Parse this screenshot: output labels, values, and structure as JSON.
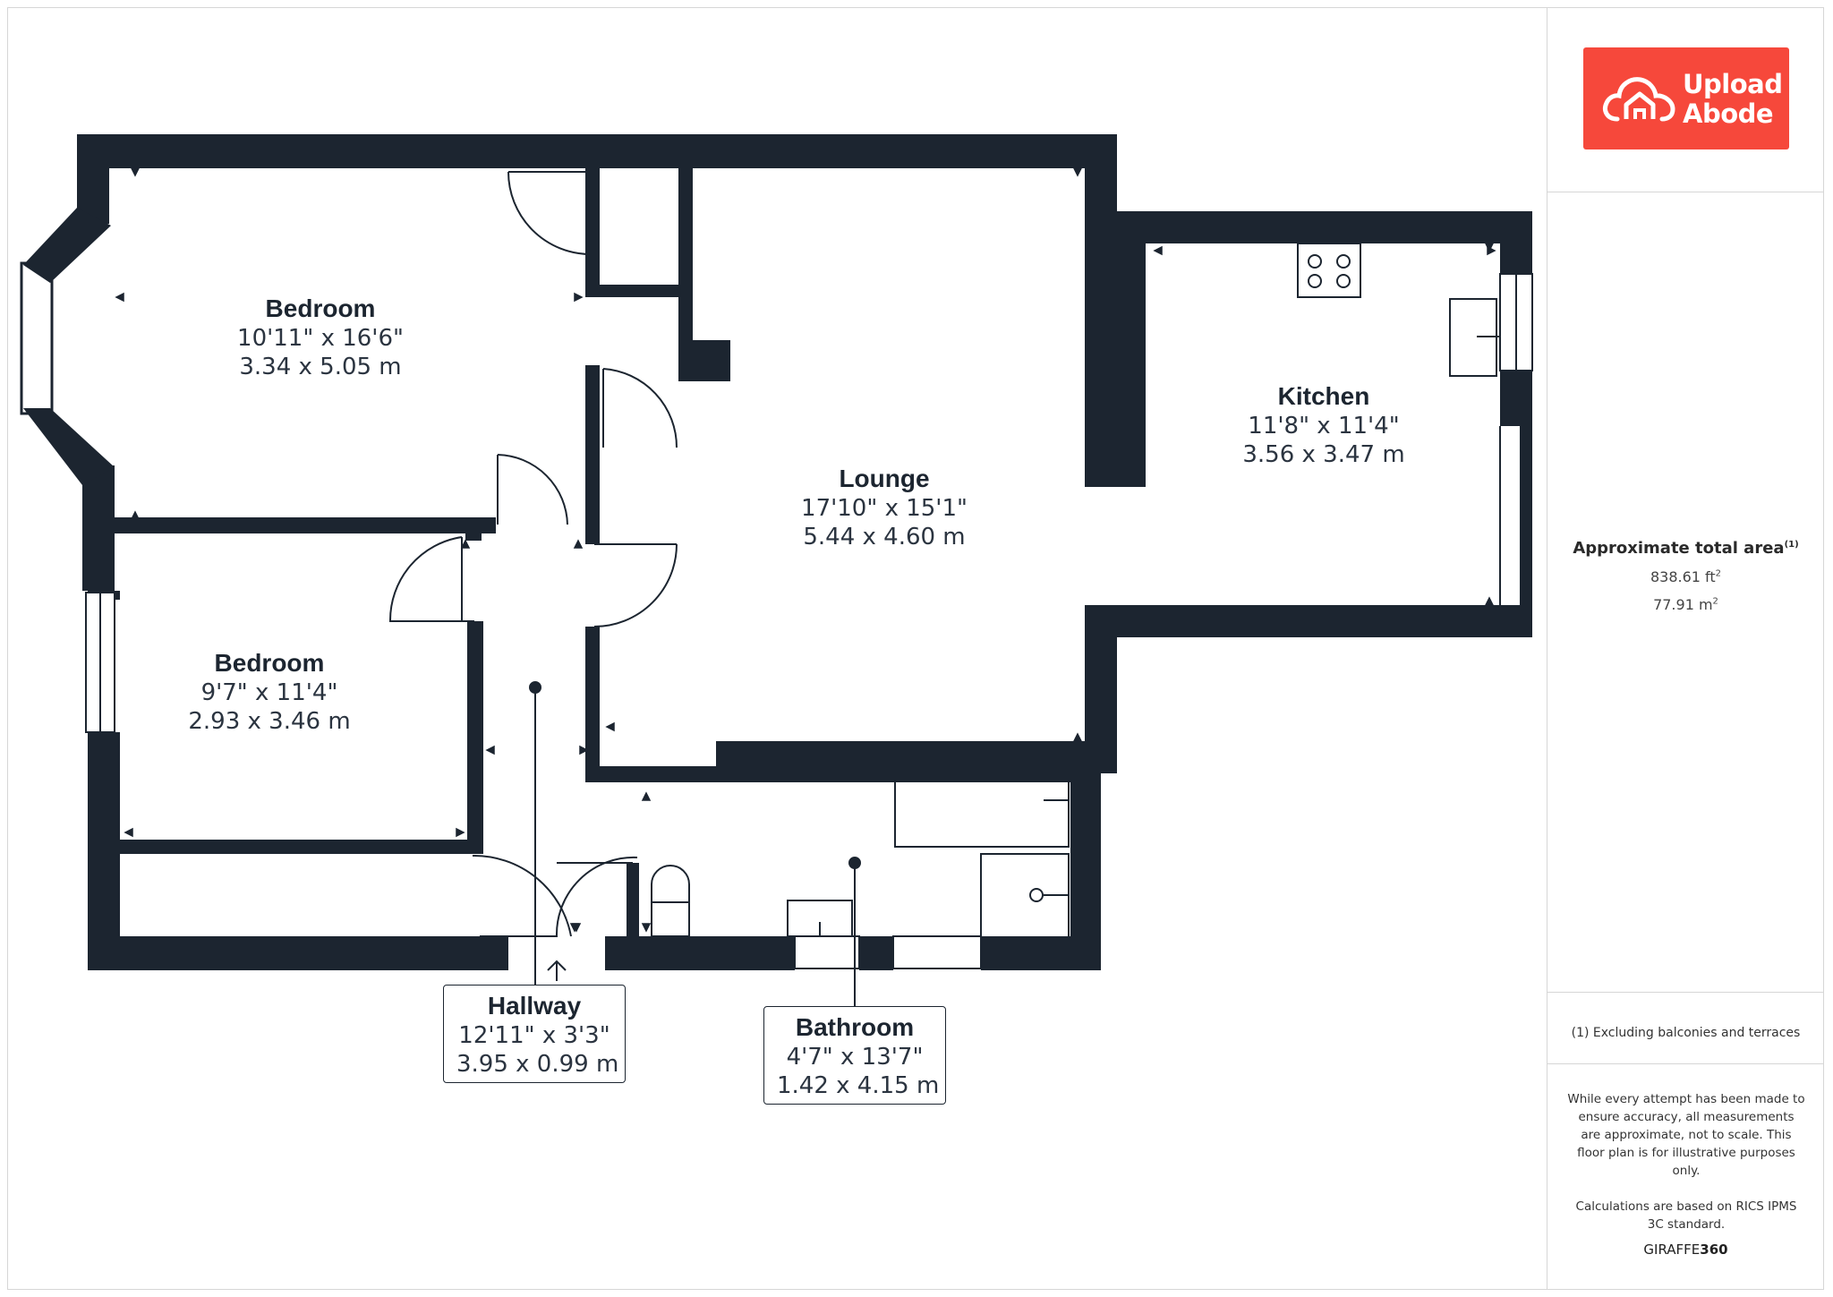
{
  "brand": {
    "logo_line1": "Upload",
    "logo_line2": "Abode",
    "footer_left": "GIRAFFE",
    "footer_right": "360"
  },
  "area": {
    "title": "Approximate total area",
    "title_note": "(1)",
    "sqft": "838.61 ft",
    "sqm": "77.91 m",
    "unit_exp": "2"
  },
  "notes": {
    "footnote": "(1) Excluding balconies and terraces",
    "disclaimer": "While every attempt has been made to ensure accuracy, all measurements are approximate, not to scale. This floor plan is for illustrative purposes only.",
    "calculations": "Calculations are based on RICS IPMS 3C standard."
  },
  "rooms": {
    "bedroom1": {
      "name": "Bedroom",
      "imperial": "10'11\" x 16'6\"",
      "metric": "3.34 x 5.05 m"
    },
    "bedroom2": {
      "name": "Bedroom",
      "imperial": "9'7\" x 11'4\"",
      "metric": "2.93 x 3.46 m"
    },
    "lounge": {
      "name": "Lounge",
      "imperial": "17'10\" x 15'1\"",
      "metric": "5.44 x 4.60 m"
    },
    "kitchen": {
      "name": "Kitchen",
      "imperial": "11'8\" x 11'4\"",
      "metric": "3.56 x 3.47 m"
    },
    "hallway": {
      "name": "Hallway",
      "imperial": "12'11\" x 3'3\"",
      "metric": "3.95 x 0.99 m"
    },
    "bathroom": {
      "name": "Bathroom",
      "imperial": "4'7\" x 13'7\"",
      "metric": "1.42 x 4.15 m"
    }
  },
  "colors": {
    "wall": "#1c2530",
    "accent": "#f6483b",
    "border": "#d6d6d6"
  }
}
